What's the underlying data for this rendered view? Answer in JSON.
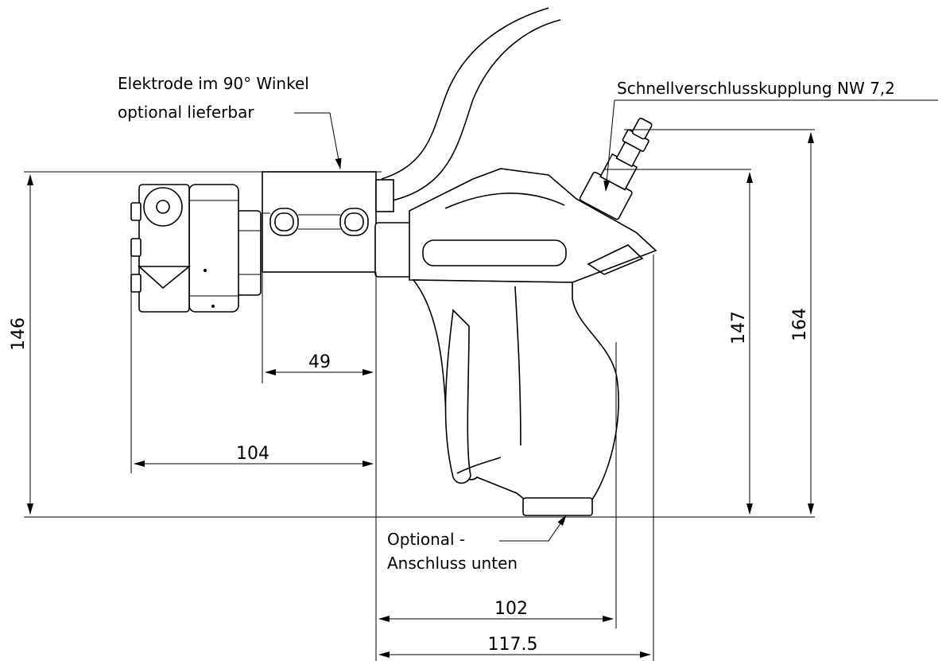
{
  "annotations": {
    "electrode_line1": "Elektrode im 90° Winkel",
    "electrode_line2": "optional lieferbar",
    "coupling": "Schnellverschlusskupplung NW 7,2",
    "optional_line1": "Optional -",
    "optional_line2": "Anschluss unten"
  },
  "dimensions": {
    "height_total": "146",
    "nozzle_length": "49",
    "front_length": "104",
    "grip_depth": "102",
    "rear_depth": "117.5",
    "height_body": "147",
    "height_coupling": "164"
  },
  "colors": {
    "line": "#000000",
    "background": "#ffffff"
  }
}
